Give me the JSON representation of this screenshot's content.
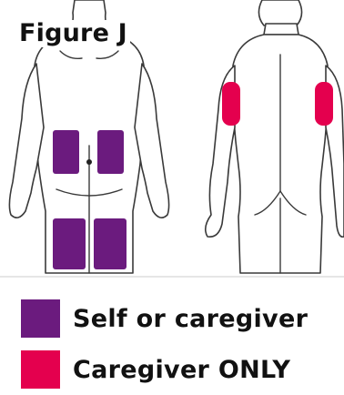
{
  "figure": {
    "title": "Figure J"
  },
  "colors": {
    "self_or_caregiver": "#6B1B7E",
    "caregiver_only": "#E4004E",
    "outline": "#3a3a3a",
    "skin": "#ffffff"
  },
  "legend": {
    "items": [
      {
        "label": "Self or caregiver",
        "color": "#6B1B7E"
      },
      {
        "label": "Caregiver ONLY",
        "color": "#E4004E"
      }
    ]
  },
  "regions": {
    "front_view": [
      "abdomen-left",
      "abdomen-right",
      "thigh-left",
      "thigh-right"
    ],
    "back_view": [
      "upper-arm-left",
      "upper-arm-right"
    ]
  }
}
